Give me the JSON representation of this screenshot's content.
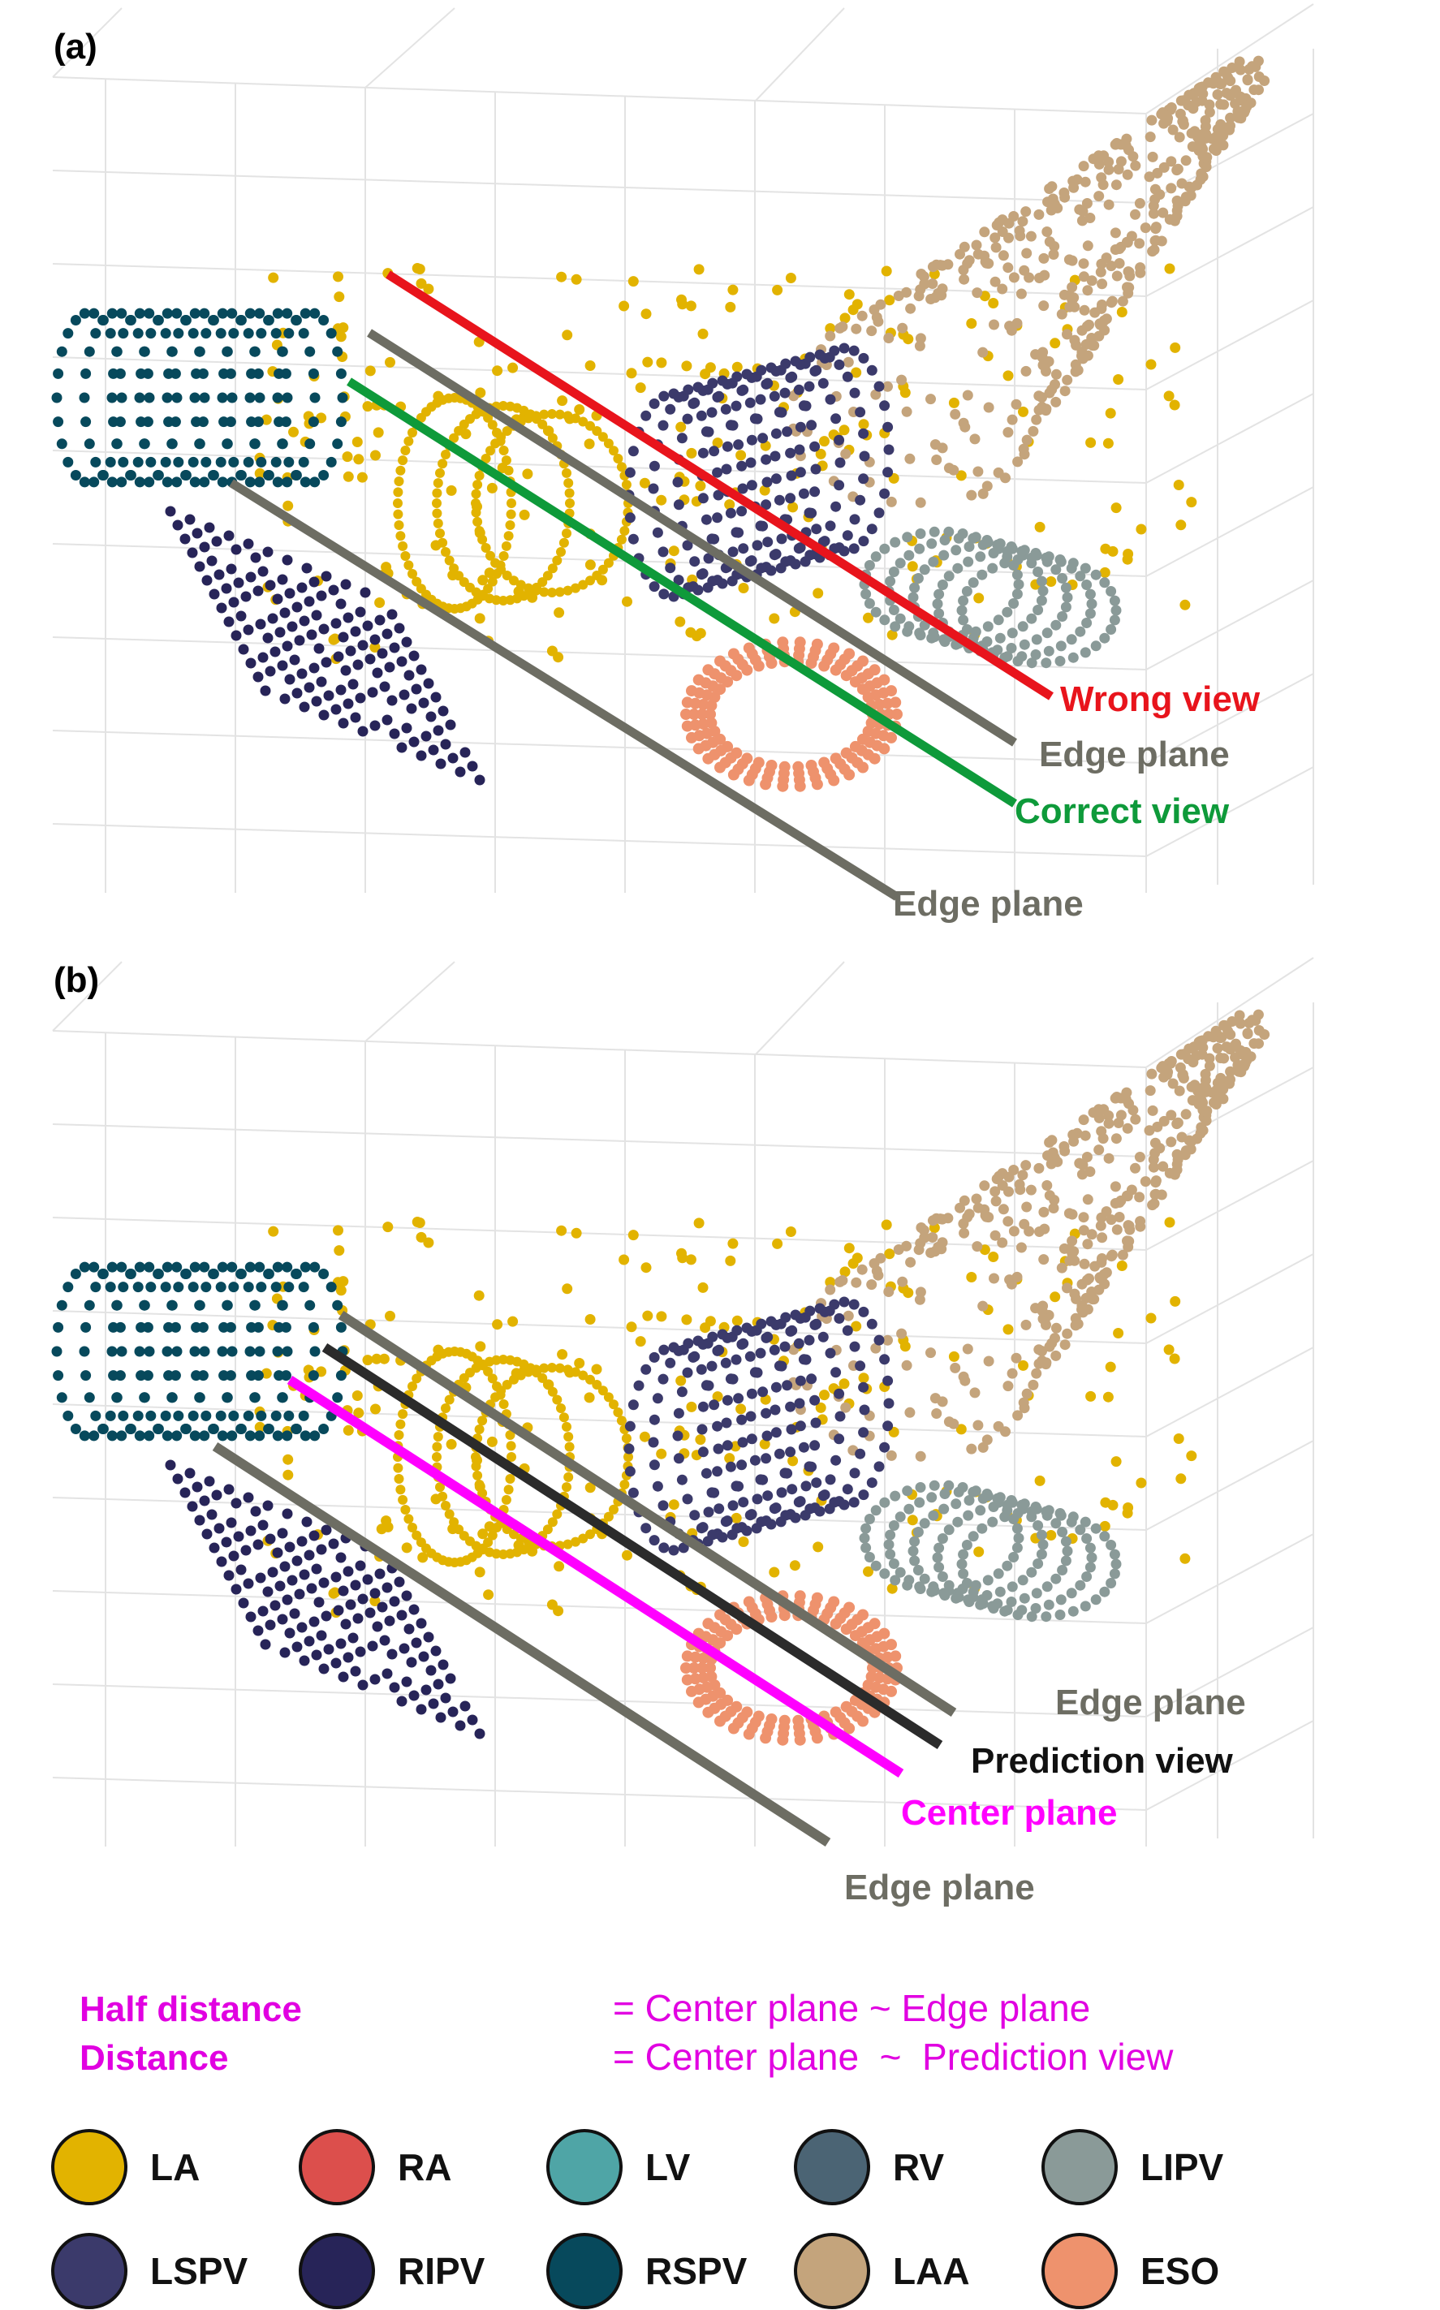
{
  "colors": {
    "LA": "#e2b300",
    "RA": "#dc4f4c",
    "LV": "#4fa5a6",
    "RV": "#4b6474",
    "LIPV": "#8a9a98",
    "LSPV": "#3b3a6b",
    "RIPV": "#272458",
    "RSPV": "#07495c",
    "LAA": "#c4a47c",
    "ESO": "#ee926d",
    "wrong": "#e8141c",
    "correct": "#0e9a3a",
    "edge": "#6d6d63",
    "prediction": "#2b2b2b",
    "center": "#ff00ff"
  },
  "panel_a": {
    "label": "(a)",
    "wrong_view": "Wrong view",
    "edge_plane_upper": "Edge plane",
    "correct_view": "Correct view",
    "edge_plane_lower": "Edge plane"
  },
  "panel_b": {
    "label": "(b)",
    "edge_plane_upper": "Edge plane",
    "prediction_view": "Prediction view",
    "center_plane": "Center plane",
    "edge_plane_lower": "Edge plane"
  },
  "definitions": [
    {
      "term": "Half distance",
      "definition": "= Center plane ~ Edge plane"
    },
    {
      "term": "Distance",
      "definition": "= Center plane  ~  Prediction view"
    }
  ],
  "structures": [
    {
      "label": "LA",
      "color_key": "LA"
    },
    {
      "label": "RA",
      "color_key": "RA"
    },
    {
      "label": "LV",
      "color_key": "LV"
    },
    {
      "label": "RV",
      "color_key": "RV"
    },
    {
      "label": "LIPV",
      "color_key": "LIPV"
    },
    {
      "label": "LSPV",
      "color_key": "LSPV"
    },
    {
      "label": "RIPV",
      "color_key": "RIPV"
    },
    {
      "label": "RSPV",
      "color_key": "RSPV"
    },
    {
      "label": "LAA",
      "color_key": "LAA"
    },
    {
      "label": "ESO",
      "color_key": "ESO"
    }
  ]
}
